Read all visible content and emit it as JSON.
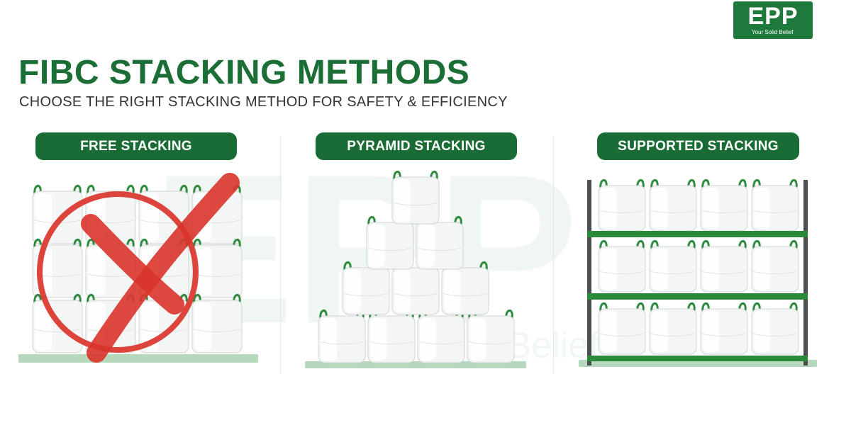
{
  "header": {
    "title": "FIBC STACKING METHODS",
    "subtitle": "CHOOSE THE RIGHT STACKING METHOD FOR SAFETY & EFFICIENCY"
  },
  "logo": {
    "mark": "EPP",
    "tagline": "Your Solid Belief"
  },
  "methods": [
    {
      "label": "FREE STACKING",
      "status": "not-recommended",
      "status_icon": "red-cross-circle-icon"
    },
    {
      "label": "PYRAMID STACKING",
      "status": "recommended"
    },
    {
      "label": "SUPPORTED STACKING",
      "status": "recommended"
    }
  ],
  "colors": {
    "brand_green": "#1a6c35",
    "loop_green": "#2e8a3e",
    "rack_green": "#2a8a3a",
    "pallet_green": "#b6d8bd",
    "cross_red": "#d9342b"
  }
}
